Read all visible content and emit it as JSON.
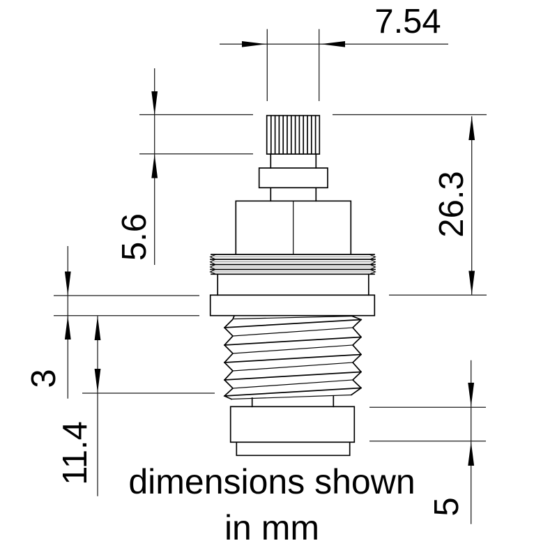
{
  "background": "#ffffff",
  "ink": "#000000",
  "caption": {
    "line1": "dimensions shown",
    "line2": "in mm"
  },
  "dimensions": {
    "spline_width": "7.54",
    "overall_height": "26.3",
    "spline_height": "5.6",
    "flange_thickness": "3",
    "thread_length": "11.4",
    "base_height": "5"
  },
  "units": "mm"
}
